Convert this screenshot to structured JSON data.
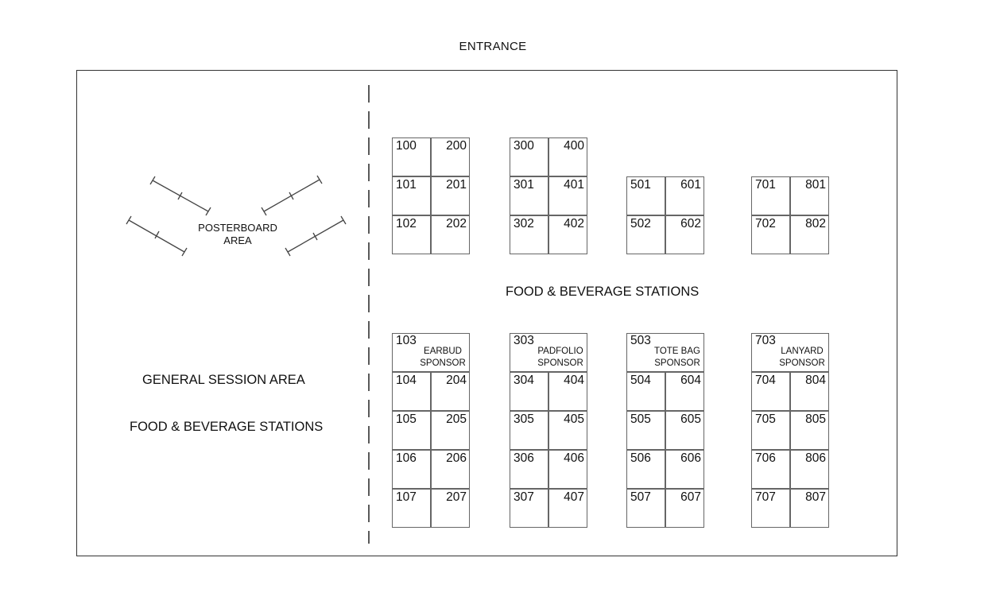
{
  "entrance": "ENTRANCE",
  "left_area": {
    "posterboard": "POSTERBOARD\nAREA",
    "general_session": "GENERAL SESSION AREA",
    "food_beverage": "FOOD & BEVERAGE STATIONS"
  },
  "middle_label": "FOOD & BEVERAGE STATIONS",
  "upper_blocks": [
    {
      "rows": [
        [
          "100",
          "200"
        ],
        [
          "101",
          "201"
        ],
        [
          "102",
          "202"
        ]
      ]
    },
    {
      "rows": [
        [
          "300",
          "400"
        ],
        [
          "301",
          "401"
        ],
        [
          "302",
          "402"
        ]
      ]
    },
    {
      "rows": [
        [
          "501",
          "601"
        ],
        [
          "502",
          "602"
        ]
      ]
    },
    {
      "rows": [
        [
          "701",
          "801"
        ],
        [
          "702",
          "802"
        ]
      ]
    }
  ],
  "lower_blocks": [
    {
      "sponsor_booth": "103",
      "sponsor": "EARBUD\nSPONSOR",
      "rows": [
        [
          "104",
          "204"
        ],
        [
          "105",
          "205"
        ],
        [
          "106",
          "206"
        ],
        [
          "107",
          "207"
        ]
      ]
    },
    {
      "sponsor_booth": "303",
      "sponsor": "PADFOLIO\nSPONSOR",
      "rows": [
        [
          "304",
          "404"
        ],
        [
          "305",
          "405"
        ],
        [
          "306",
          "406"
        ],
        [
          "307",
          "407"
        ]
      ]
    },
    {
      "sponsor_booth": "503",
      "sponsor": "TOTE BAG\nSPONSOR",
      "rows": [
        [
          "504",
          "604"
        ],
        [
          "505",
          "605"
        ],
        [
          "506",
          "606"
        ],
        [
          "507",
          "607"
        ]
      ]
    },
    {
      "sponsor_booth": "703",
      "sponsor": "LANYARD\nSPONSOR",
      "rows": [
        [
          "704",
          "804"
        ],
        [
          "705",
          "805"
        ],
        [
          "706",
          "806"
        ],
        [
          "707",
          "807"
        ]
      ]
    }
  ],
  "colors": {
    "line": "#333333",
    "booth_border": "#666666",
    "background": "#ffffff"
  }
}
